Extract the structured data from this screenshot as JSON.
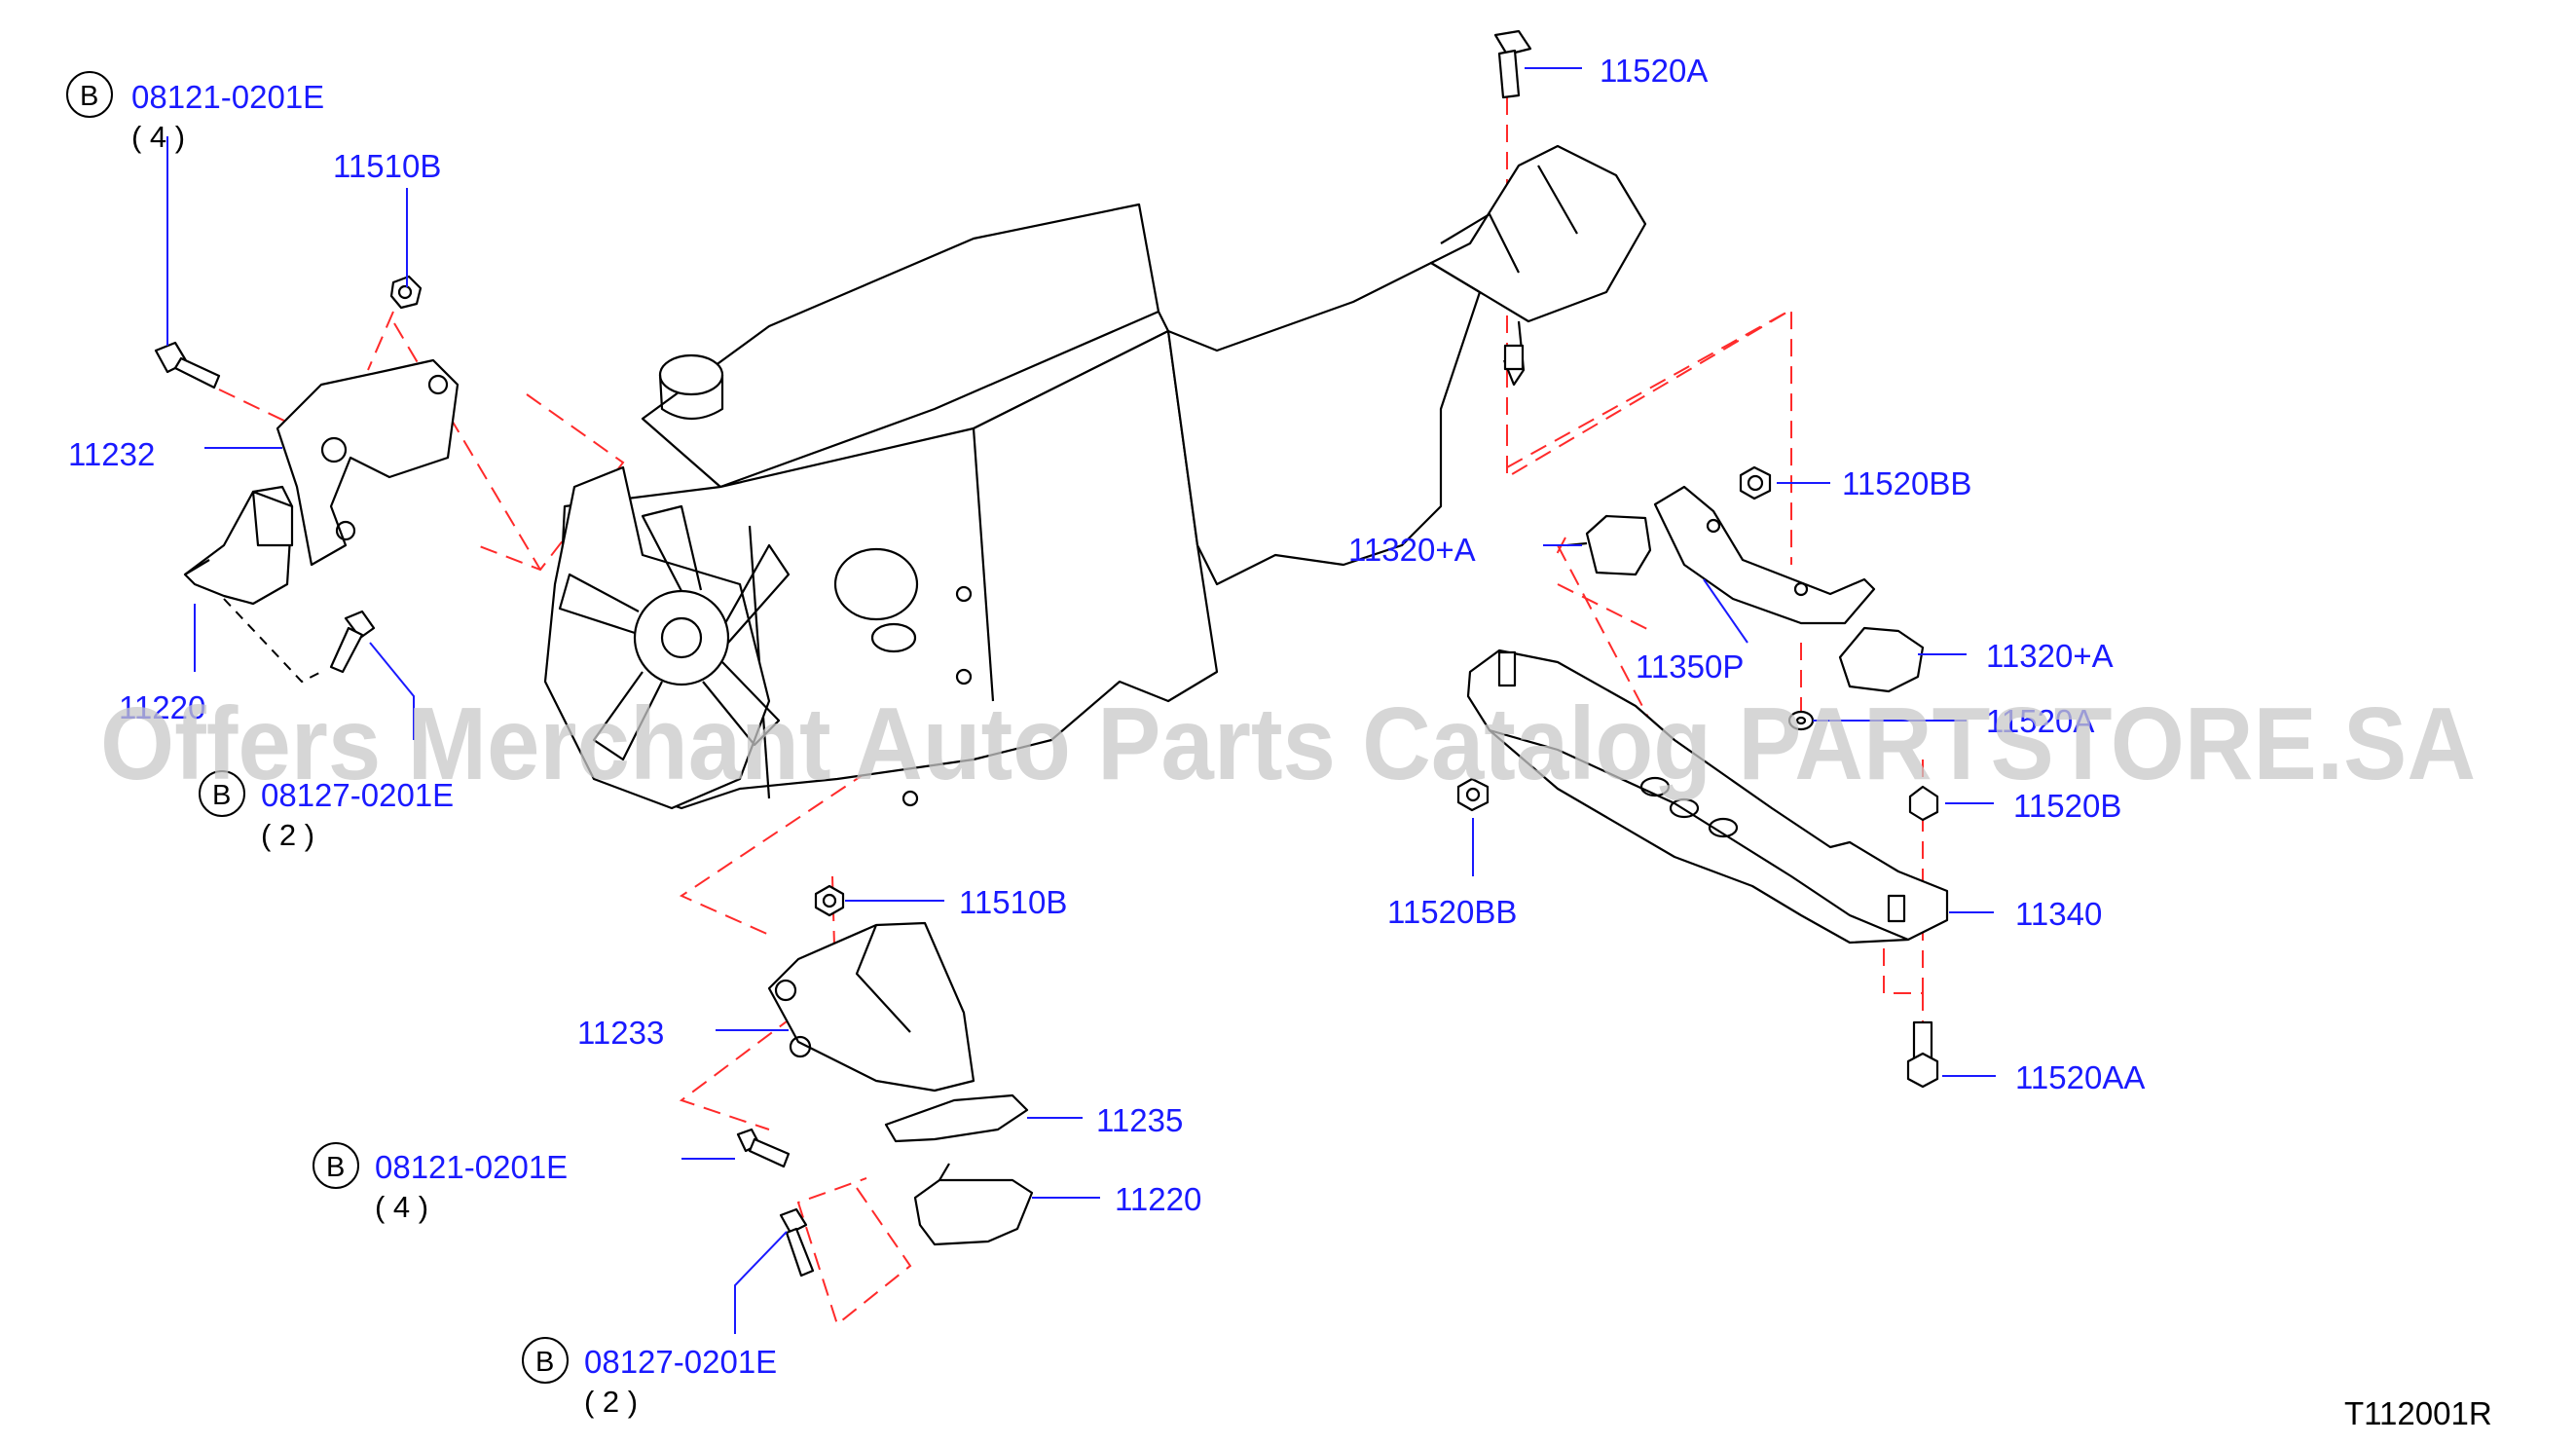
{
  "labels": {
    "p11520A": "11520A",
    "p11510B_top": "11510B",
    "p11232": "11232",
    "p11220_left": "11220",
    "p11520BB_top": "11520BB",
    "p11320A_left": "11320+A",
    "p11350P": "11350P",
    "p11320A_right": "11320+A",
    "p11520A_mid": "11520A",
    "p11520B": "11520B",
    "p11520BB_bottom": "11520BB",
    "p11340": "11340",
    "p11520AA": "11520AA",
    "p11510B_bottom": "11510B",
    "p11233": "11233",
    "p11235": "11235",
    "p11220_bottom": "11220"
  },
  "bolt_callouts": [
    {
      "letter": "B",
      "part": "08121-0201E",
      "qty": "( 4 )"
    },
    {
      "letter": "B",
      "part": "08127-0201E",
      "qty": "( 2 )"
    },
    {
      "letter": "B",
      "part": "08121-0201E",
      "qty": "( 4 )"
    },
    {
      "letter": "B",
      "part": "08127-0201E",
      "qty": "( 2 )"
    }
  ],
  "diagram_code": "T112001R",
  "watermark": "Offers Merchant Auto Parts Catalog PARTSTORE.SA",
  "colors": {
    "label_blue": "#1a1aff",
    "dash_red": "#ff2a2a",
    "line_black": "#000000",
    "watermark_gray": "#c8c8c8"
  }
}
